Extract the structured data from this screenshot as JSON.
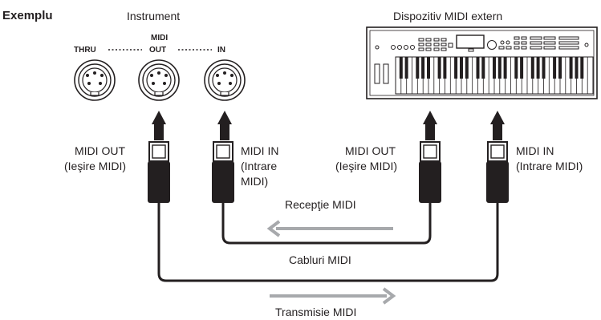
{
  "heading": "Exemplu",
  "instrument_label": "Instrument",
  "device_label": "Dispozitiv MIDI extern",
  "ports": {
    "midi": "MIDI",
    "thru": "THRU",
    "out": "OUT",
    "in": "IN"
  },
  "connectors": {
    "instrument_out": [
      "MIDI OUT",
      "(Ieşire MIDI)"
    ],
    "instrument_in": [
      "MIDI IN",
      "(Intrare",
      "MIDI)"
    ],
    "device_out": [
      "MIDI OUT",
      "(Ieşire MIDI)"
    ],
    "device_in": [
      "MIDI IN",
      "(Intrare MIDI)"
    ]
  },
  "flows": {
    "receive": "Recepţie MIDI",
    "cables": "Cabluri MIDI",
    "transmit": "Transmisie MIDI"
  },
  "colors": {
    "line": "#231f20",
    "arrow_gray": "#a7a9ac"
  }
}
